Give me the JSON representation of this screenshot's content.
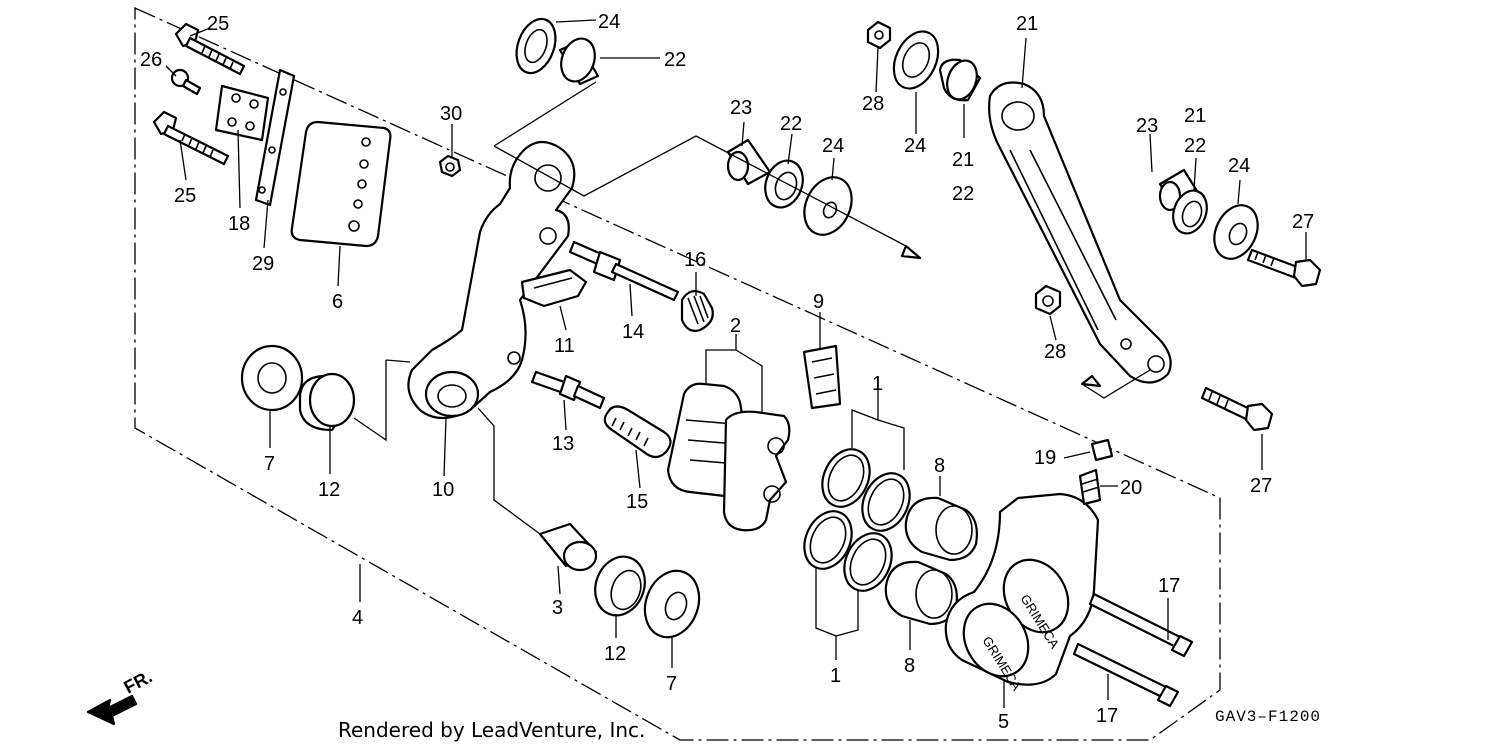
{
  "footer": {
    "credit": "Rendered by LeadVenture, Inc.",
    "diagram_code": "GAV3–F1200"
  },
  "orientation": {
    "label": "FR."
  },
  "caliper_text": {
    "line1": "GRIMECA",
    "line2": "GRIMECA"
  },
  "callouts": [
    {
      "key": "c25a",
      "label": "25"
    },
    {
      "key": "c26",
      "label": "26"
    },
    {
      "key": "c25b",
      "label": "25"
    },
    {
      "key": "c18",
      "label": "18"
    },
    {
      "key": "c29",
      "label": "29"
    },
    {
      "key": "c6",
      "label": "6"
    },
    {
      "key": "c30",
      "label": "30"
    },
    {
      "key": "c24a",
      "label": "24"
    },
    {
      "key": "c22a",
      "label": "22"
    },
    {
      "key": "c23a",
      "label": "23"
    },
    {
      "key": "c22b",
      "label": "22"
    },
    {
      "key": "c24b",
      "label": "24"
    },
    {
      "key": "c28a",
      "label": "28"
    },
    {
      "key": "c24c",
      "label": "24"
    },
    {
      "key": "c21a",
      "label": "21"
    },
    {
      "key": "c22c",
      "label": "22"
    },
    {
      "key": "c21b",
      "label": "21"
    },
    {
      "key": "c23b",
      "label": "23"
    },
    {
      "key": "c21c",
      "label": "21"
    },
    {
      "key": "c22d",
      "label": "22"
    },
    {
      "key": "c24d",
      "label": "24"
    },
    {
      "key": "c27a",
      "label": "27"
    },
    {
      "key": "c28b",
      "label": "28"
    },
    {
      "key": "c27b",
      "label": "27"
    },
    {
      "key": "c16",
      "label": "16"
    },
    {
      "key": "c14",
      "label": "14"
    },
    {
      "key": "c11",
      "label": "11"
    },
    {
      "key": "c9",
      "label": "9"
    },
    {
      "key": "c2",
      "label": "2"
    },
    {
      "key": "c1a",
      "label": "1"
    },
    {
      "key": "c13",
      "label": "13"
    },
    {
      "key": "c15",
      "label": "15"
    },
    {
      "key": "c7a",
      "label": "7"
    },
    {
      "key": "c12a",
      "label": "12"
    },
    {
      "key": "c10",
      "label": "10"
    },
    {
      "key": "c8a",
      "label": "8"
    },
    {
      "key": "c19",
      "label": "19"
    },
    {
      "key": "c20",
      "label": "20"
    },
    {
      "key": "c3",
      "label": "3"
    },
    {
      "key": "c12b",
      "label": "12"
    },
    {
      "key": "c7b",
      "label": "7"
    },
    {
      "key": "c4",
      "label": "4"
    },
    {
      "key": "c8b",
      "label": "8"
    },
    {
      "key": "c1b",
      "label": "1"
    },
    {
      "key": "c5",
      "label": "5"
    },
    {
      "key": "c17a",
      "label": "17"
    },
    {
      "key": "c17b",
      "label": "17"
    }
  ]
}
